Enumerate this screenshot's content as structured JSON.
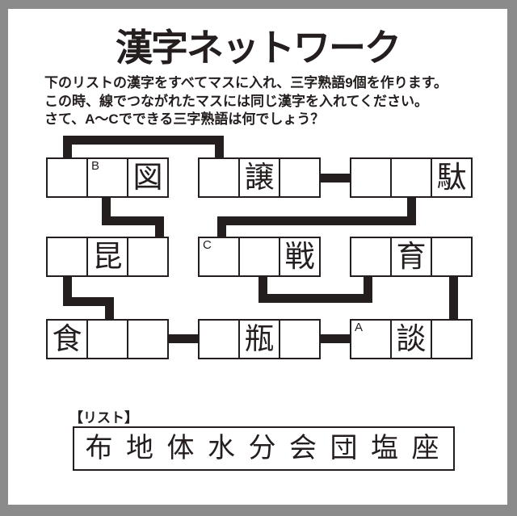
{
  "title": "漢字ネットワーク",
  "instructions": {
    "line1": "下のリストの漢字をすべてマスに入れ、三字熟語9個を作ります。",
    "line2": "この時、線でつながれたマスには同じ漢字を入れてください。",
    "line3": "さて、A～Cでできる三字熟語は何でしょう？"
  },
  "puzzle": {
    "words": [
      {
        "cells": [
          {
            "char": ""
          },
          {
            "char": "",
            "label": "B"
          },
          {
            "char": "図"
          }
        ]
      },
      {
        "cells": [
          {
            "char": ""
          },
          {
            "char": "譲"
          },
          {
            "char": ""
          }
        ]
      },
      {
        "cells": [
          {
            "char": ""
          },
          {
            "char": ""
          },
          {
            "char": "駄"
          }
        ]
      },
      {
        "cells": [
          {
            "char": ""
          },
          {
            "char": "昆"
          },
          {
            "char": ""
          }
        ]
      },
      {
        "cells": [
          {
            "char": "",
            "label": "C"
          },
          {
            "char": ""
          },
          {
            "char": "戦"
          }
        ]
      },
      {
        "cells": [
          {
            "char": ""
          },
          {
            "char": "育"
          },
          {
            "char": ""
          }
        ]
      },
      {
        "cells": [
          {
            "char": "食"
          },
          {
            "char": ""
          },
          {
            "char": ""
          }
        ]
      },
      {
        "cells": [
          {
            "char": ""
          },
          {
            "char": "瓶"
          },
          {
            "char": ""
          }
        ]
      },
      {
        "cells": [
          {
            "char": "",
            "label": "A"
          },
          {
            "char": "談"
          },
          {
            "char": ""
          }
        ]
      }
    ]
  },
  "list": {
    "heading": "【リスト】",
    "kanji": "布 地 体 水 分 会 団 塩 座"
  },
  "colors": {
    "ink": "#241e1e",
    "frame": "#8b8b8b",
    "background": "#ffffff"
  }
}
